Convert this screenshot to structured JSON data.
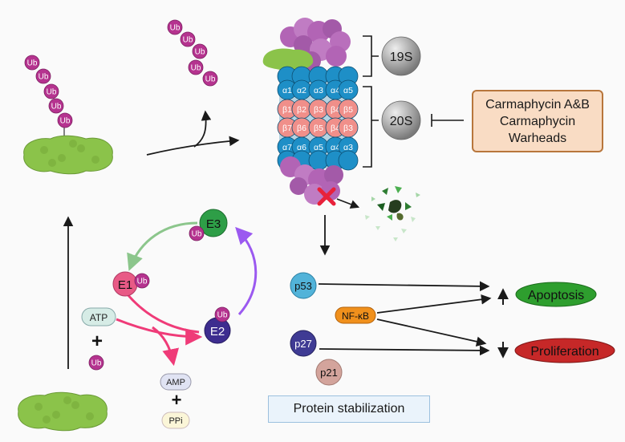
{
  "ubiquitin_label": "Ub",
  "enzymes": {
    "e1": "E1",
    "e2": "E2",
    "e3": "E3"
  },
  "cofactors": {
    "atp": "ATP",
    "amp": "AMP",
    "ppi": "PPi",
    "plus": "+"
  },
  "proteasome": {
    "cap_label": "19S",
    "core_label": "20S",
    "alpha_top": [
      "α1",
      "α2",
      "α3",
      "α4",
      "α5"
    ],
    "beta_top": [
      "β1",
      "β2",
      "β3",
      "β4",
      "β5"
    ],
    "beta_bottom": [
      "β7",
      "β6",
      "β5",
      "β4",
      "β3"
    ],
    "alpha_bottom": [
      "α7",
      "α6",
      "α5",
      "α4",
      "α3"
    ]
  },
  "inhibitor": {
    "line1": "Carmaphycin A&B",
    "line2": "Carmaphycin",
    "line3": "Warheads"
  },
  "proteins": {
    "p53": "p53",
    "nfkb": "NF-κB",
    "p27": "p27",
    "p21": "p21"
  },
  "outcomes": {
    "apoptosis": "Apoptosis",
    "proliferation": "Proliferation"
  },
  "stabilization_label": "Protein stabilization",
  "colors": {
    "ub": "#b5338f",
    "substrate": "#8bc34a",
    "alpha": "#1e8fc7",
    "beta": "#f08f8a",
    "e1": "#e85a86",
    "e2": "#3d2d8f",
    "e3": "#2e9e47",
    "apoptosis": "#2e9e2e",
    "proliferation": "#c62828",
    "nfkb": "#f0901c",
    "p53": "#52b3d9",
    "p27": "#3f3b94",
    "p21": "#d3a49c"
  }
}
